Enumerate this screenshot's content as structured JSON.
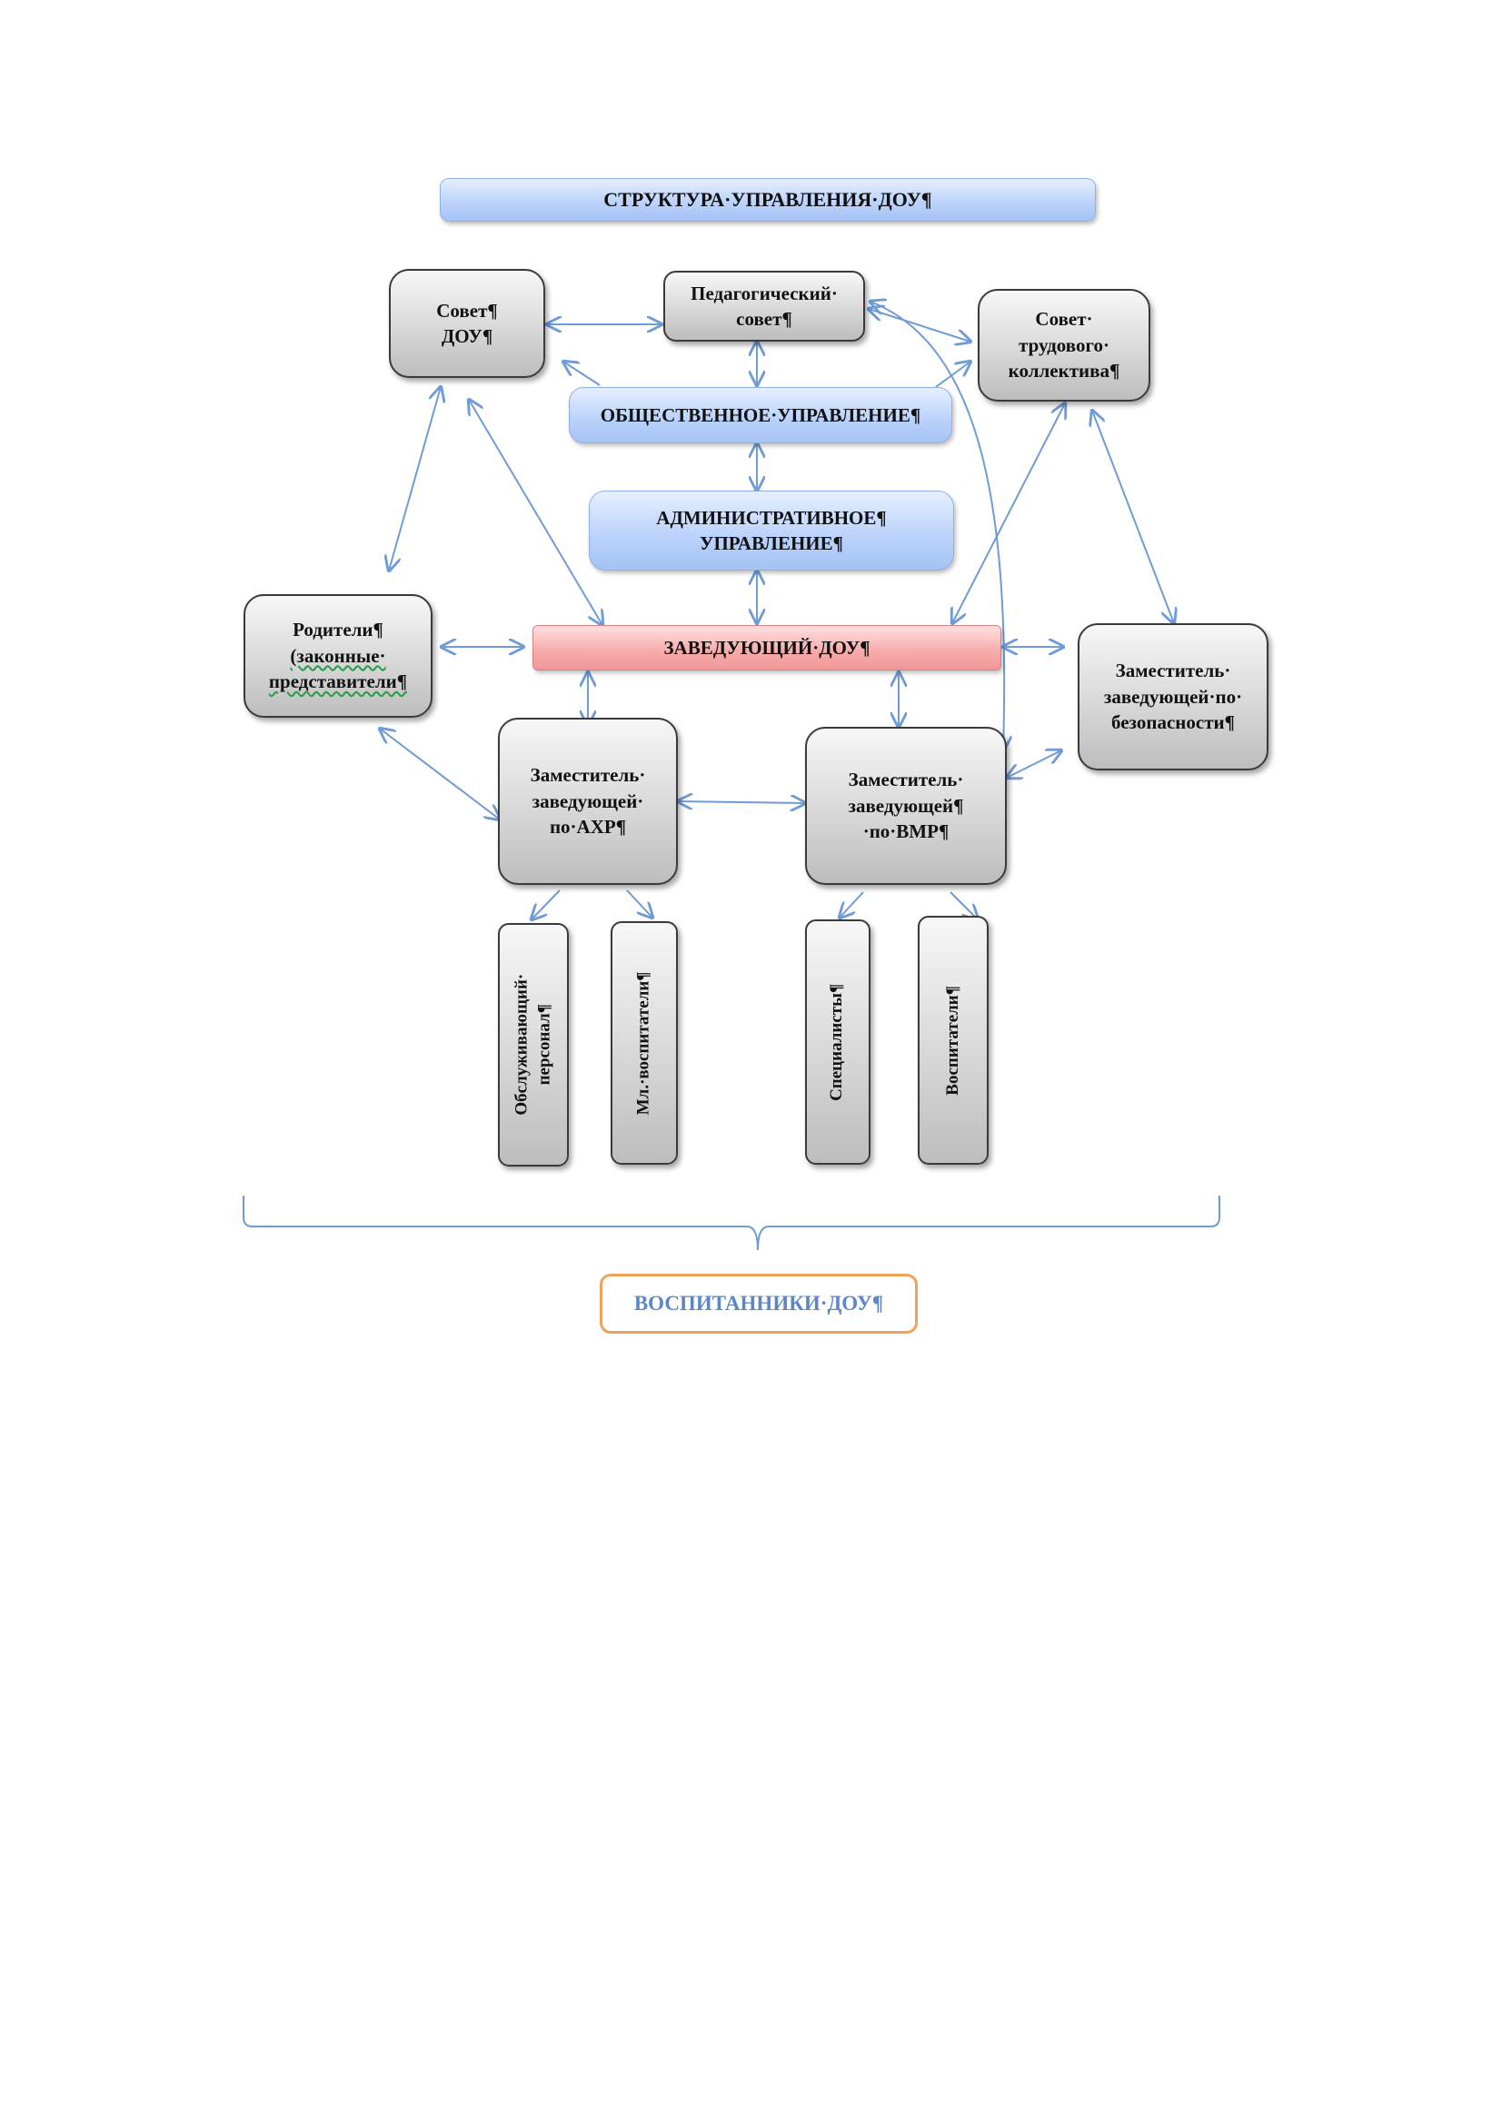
{
  "title": "СТРУКТУРА·УПРАВЛЕНИЯ·ДОУ¶",
  "nodes": {
    "sovet_dou": {
      "line1": "Совет¶",
      "line2": "ДОУ¶"
    },
    "ped_sovet": {
      "line1": "Педагогический·",
      "line2": "совет¶"
    },
    "sovet_trud": {
      "line1": "Совет·",
      "line2": "трудового·",
      "line3": "коллектива¶"
    },
    "obshch_upr": "ОБЩЕСТВЕННОЕ·УПРАВЛЕНИЕ¶",
    "admin_upr": {
      "line1": "АДМИНИСТРАТИВНОЕ¶",
      "line2": "УПРАВЛЕНИЕ¶"
    },
    "zaveduyushchiy": "ЗАВЕДУЮЩИЙ·ДОУ¶",
    "roditeli": {
      "line1": "Родители¶",
      "line2": "(законные·",
      "line3": "представители¶"
    },
    "zam_bez": {
      "line1": "Заместитель·",
      "line2": "заведующей·по·",
      "line3": "безопасности¶"
    },
    "zam_ahr": {
      "line1": "Заместитель·",
      "line2": "заведующей·",
      "line3": "по·АХР¶"
    },
    "zam_vmr": {
      "line1": "Заместитель·",
      "line2": "заведующей¶",
      "line3": "·по·ВМР¶"
    },
    "obsl_personal": {
      "line1": "Обслуживающий·",
      "line2": "персонал¶"
    },
    "ml_vospitateli": "Мл.·воспитатели¶",
    "specialisty": "Специалисты¶",
    "vospitateli": "Воспитатели¶",
    "vospitanniki": "ВОСПИТАННИКИ·ДОУ¶"
  },
  "colors": {
    "connector": "#6f9bd6",
    "brace": "#6f9bd6"
  }
}
